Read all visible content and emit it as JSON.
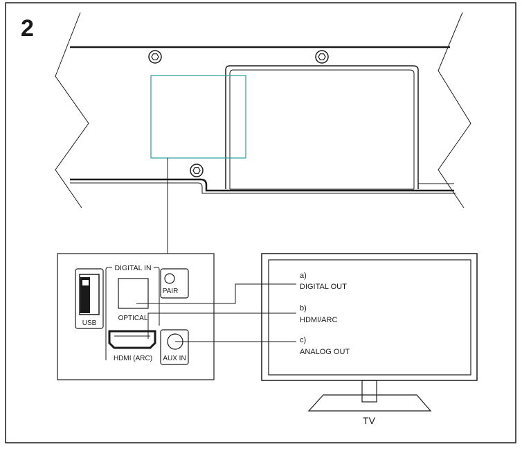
{
  "step_number": "2",
  "panel": {
    "usb_label": "USB",
    "digital_in_label": "DIGITAL IN",
    "pair_label": "PAIR",
    "optical_label": "OPTICAL",
    "hdmi_label": "HDMI (ARC)",
    "aux_label": "AUX IN"
  },
  "callouts": [
    {
      "letter": "a)",
      "name": "DIGITAL OUT"
    },
    {
      "letter": "b)",
      "name": "HDMI/ARC"
    },
    {
      "letter": "c)",
      "name": "ANALOG OUT"
    }
  ],
  "tv_label": "TV",
  "colors": {
    "line": "#1a1a1a",
    "highlight_box": "#2a9aa0",
    "background": "#ffffff"
  }
}
